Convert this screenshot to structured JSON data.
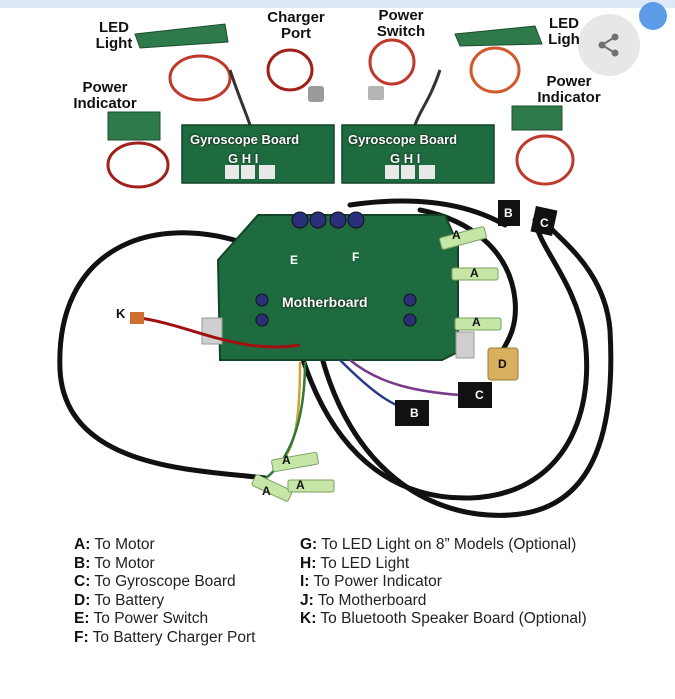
{
  "labels": {
    "led_light_left": "LED\nLight",
    "charger_port": "Charger\nPort",
    "power_switch": "Power\nSwitch",
    "led_light_right": "LED\nLigh",
    "power_indicator_left": "Power\nIndicator",
    "power_indicator_right": "Power\nIndicator",
    "gyro_board_left": "Gyroscope Board",
    "gyro_board_right": "Gyroscope Board",
    "gyro_pins_left": "G H I",
    "gyro_pins_right": "G H I",
    "motherboard": "Motherboard"
  },
  "connector_tags": {
    "a": "A",
    "b": "B",
    "c": "C",
    "d": "D",
    "e": "E",
    "f": "F",
    "k": "K"
  },
  "legend": {
    "left": [
      {
        "key": "A:",
        "text": " To Motor"
      },
      {
        "key": "B:",
        "text": " To Motor"
      },
      {
        "key": "C:",
        "text": " To Gyroscope Board"
      },
      {
        "key": "D:",
        "text": " To Battery"
      },
      {
        "key": "E:",
        "text": " To Power Switch"
      },
      {
        "key": "F:",
        "text": " To Battery Charger Port"
      }
    ],
    "right": [
      {
        "key": "G:",
        "text": " To LED Light on 8” Models (Optional)"
      },
      {
        "key": "H:",
        "text": " To LED Light"
      },
      {
        "key": "I:",
        "text": " To Power Indicator"
      },
      {
        "key": "J:",
        "text": " To Motherboard"
      },
      {
        "key": "K:",
        "text": " To Bluetooth Speaker Board (Optional)"
      }
    ]
  },
  "ui": {
    "share_icon": "share-icon",
    "accent_color": "#5b9be8"
  }
}
